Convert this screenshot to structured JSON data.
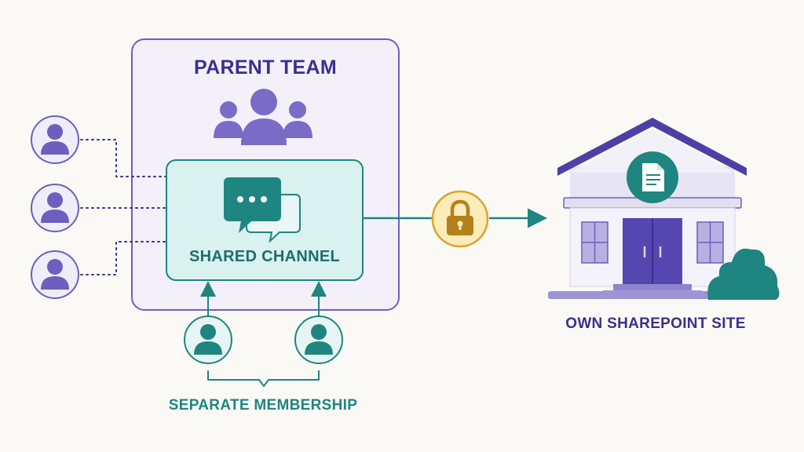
{
  "labels": {
    "parent_team": "PARENT TEAM",
    "shared_channel": "SHARED CHANNEL",
    "sharepoint_site": "OWN SHAREPOINT SITE",
    "separate_membership": "SEPARATE MEMBERSHIP"
  },
  "icons": {
    "team": "group-icon",
    "chat": "chat-bubbles-icon",
    "lock": "padlock-icon",
    "document": "document-icon",
    "house": "house-icon",
    "bush": "bush-icon",
    "member": "person-icon"
  },
  "colors": {
    "purple": "#3b2f8f",
    "purple_member": "#6c5fbd",
    "teal": "#1f8580",
    "teal_light": "#d9f1ef",
    "gold": "#d7a62a",
    "parent_panel": "#f3f0fa"
  }
}
